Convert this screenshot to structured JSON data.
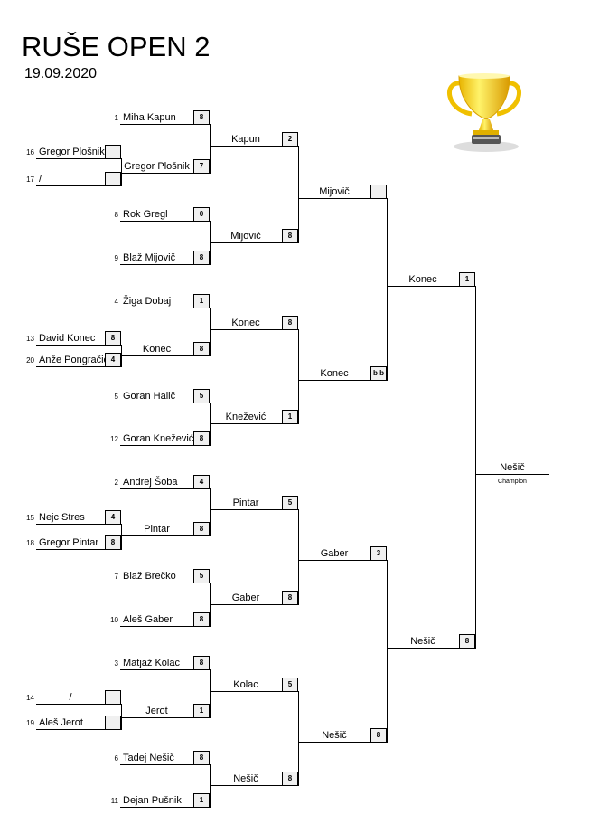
{
  "title": "RUŠE OPEN 2",
  "date": "19.09.2020",
  "champion_label": "Champion",
  "champion": "Nešič",
  "rounds": [
    [
      {
        "seed": "16",
        "name": "Gregor Plošnik",
        "score": ""
      },
      {
        "seed": "17",
        "name": "/",
        "score": ""
      },
      {
        "seed": "13",
        "name": "David Konec",
        "score": "8"
      },
      {
        "seed": "20",
        "name": "Anže Pongračić",
        "score": "4"
      },
      {
        "seed": "15",
        "name": "Nejc Stres",
        "score": "4"
      },
      {
        "seed": "18",
        "name": "Gregor Pintar",
        "score": "8"
      },
      {
        "seed": "14",
        "name": "/",
        "score": ""
      },
      {
        "seed": "19",
        "name": "Aleš Jerot",
        "score": ""
      }
    ],
    [
      {
        "seed": "1",
        "name": "Miha Kapun",
        "score": "8"
      },
      {
        "seed": "",
        "name": "Gregor Plošnik",
        "score": "7"
      },
      {
        "seed": "8",
        "name": "Rok Gregl",
        "score": "0"
      },
      {
        "seed": "9",
        "name": "Blaž Mijovič",
        "score": "8"
      },
      {
        "seed": "4",
        "name": "Žiga Dobaj",
        "score": "1"
      },
      {
        "seed": "",
        "name": "Konec",
        "score": "8"
      },
      {
        "seed": "5",
        "name": "Goran Halič",
        "score": "5"
      },
      {
        "seed": "12",
        "name": "Goran Knežević",
        "score": "8"
      },
      {
        "seed": "2",
        "name": "Andrej Šoba",
        "score": "4"
      },
      {
        "seed": "",
        "name": "Pintar",
        "score": "8"
      },
      {
        "seed": "7",
        "name": "Blaž Brečko",
        "score": "5"
      },
      {
        "seed": "10",
        "name": "Aleš Gaber",
        "score": "8"
      },
      {
        "seed": "3",
        "name": "Matjaž Kolac",
        "score": "8"
      },
      {
        "seed": "",
        "name": "Jerot",
        "score": "1"
      },
      {
        "seed": "6",
        "name": "Tadej Nešič",
        "score": "8"
      },
      {
        "seed": "11",
        "name": "Dejan Pušnik",
        "score": "1"
      }
    ],
    [
      {
        "name": "Kapun",
        "score": "2"
      },
      {
        "name": "Mijovič",
        "score": "8"
      },
      {
        "name": "Konec",
        "score": "8"
      },
      {
        "name": "Knežević",
        "score": "1"
      },
      {
        "name": "Pintar",
        "score": "5"
      },
      {
        "name": "Gaber",
        "score": "8"
      },
      {
        "name": "Kolac",
        "score": "5"
      },
      {
        "name": "Nešič",
        "score": "8"
      }
    ],
    [
      {
        "name": "Mijovič",
        "score": ""
      },
      {
        "name": "Konec",
        "score": "b b"
      },
      {
        "name": "Gaber",
        "score": "3"
      },
      {
        "name": "Nešič",
        "score": "8"
      }
    ],
    [
      {
        "name": "Konec",
        "score": "1"
      },
      {
        "name": "Nešič",
        "score": "8"
      }
    ]
  ],
  "trophy_icon": "trophy-icon"
}
